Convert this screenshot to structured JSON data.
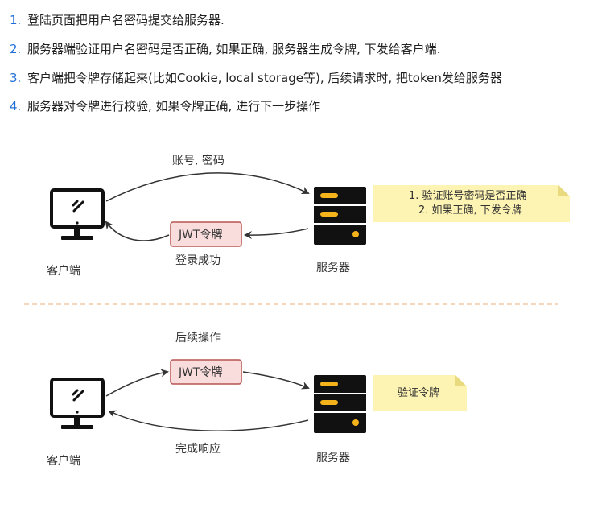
{
  "steps": [
    {
      "num": "1.",
      "text": "登陆页面把用户名密码提交给服务器."
    },
    {
      "num": "2.",
      "text": "服务器端验证用户名密码是否正确, 如果正确, 服务器生成令牌, 下发给客户端."
    },
    {
      "num": "3.",
      "text": "客户端把令牌存储起来(比如Cookie, local storage等), 后续请求时, 把token发给服务器"
    },
    {
      "num": "4.",
      "text": "服务器对令牌进行校验, 如果令牌正确, 进行下一步操作"
    }
  ],
  "diagram1": {
    "client_label": "客户端",
    "server_label": "服务器",
    "request_label": "账号, 密码",
    "jwt_label": "JWT令牌",
    "response_label": "登录成功",
    "note_line1": "1. 验证账号密码是否正确",
    "note_line2": "2. 如果正确, 下发令牌"
  },
  "diagram2": {
    "client_label": "客户端",
    "server_label": "服务器",
    "request_label": "后续操作",
    "jwt_label": "JWT令牌",
    "response_label": "完成响应",
    "note": "验证令牌"
  },
  "colors": {
    "step_number": "#1f6fd6",
    "note_fill": "#fdf3b2",
    "jwt_fill": "#f9dcdc",
    "jwt_stroke": "#b85450",
    "divider": "#f4c7a1",
    "server_accent": "#f5b31b"
  }
}
